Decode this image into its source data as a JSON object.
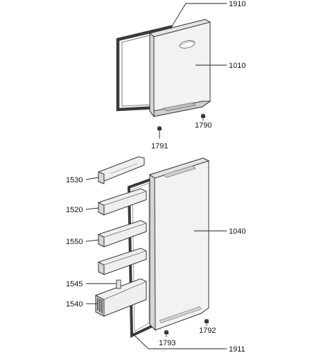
{
  "callouts": {
    "p1910": "1910",
    "p1010": "1010",
    "p1790": "1790",
    "p1791": "1791",
    "p1530": "1530",
    "p1520": "1520",
    "p1550": "1550",
    "p1040": "1040",
    "p1545": "1545",
    "p1540": "1540",
    "p1792": "1792",
    "p1793": "1793",
    "p1911": "1911"
  },
  "colors": {
    "door_fill": "#f2f2f2",
    "door_shade": "#d9d9d9",
    "gasket": "#3a3a3a",
    "line": "#222222"
  }
}
